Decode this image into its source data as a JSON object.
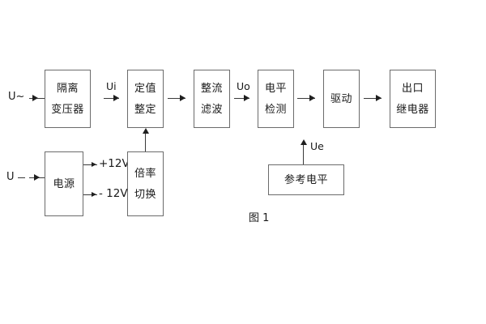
{
  "figure": {
    "caption": "图 1",
    "colors": {
      "box_border": "#6b6b6b",
      "line": "#3a3a3a",
      "text": "#1a1a1a",
      "background": "#ffffff"
    }
  },
  "main_chain": {
    "input_label": "U~",
    "blocks": [
      {
        "id": "isolation-transformer",
        "line1": "隔离",
        "line2": "变压器"
      },
      {
        "id": "setting-value",
        "line1": "定值",
        "line2": "整定"
      },
      {
        "id": "rectify-filter",
        "line1": "整流",
        "line2": "滤波"
      },
      {
        "id": "level-detection",
        "line1": "电平",
        "line2": "检测"
      },
      {
        "id": "drive",
        "line1": "驱动",
        "line2": ""
      },
      {
        "id": "output-relay",
        "line1": "出口",
        "line2": "继电器"
      }
    ],
    "signals": {
      "ui": "Ui",
      "uo": "Uo"
    }
  },
  "power_branch": {
    "input_label": "U",
    "supply_block": {
      "id": "power-supply",
      "line1": "电源",
      "line2": ""
    },
    "rails": [
      {
        "id": "rail-positive",
        "label": "+12V"
      },
      {
        "id": "rail-negative",
        "label": "- 12V"
      }
    ],
    "multiplier_block": {
      "id": "multiplier-switch",
      "line1": "倍率",
      "line2": "切换"
    }
  },
  "reference_branch": {
    "block": {
      "id": "reference-level",
      "line1": "参考电平",
      "line2": ""
    },
    "signal": "Ue"
  }
}
